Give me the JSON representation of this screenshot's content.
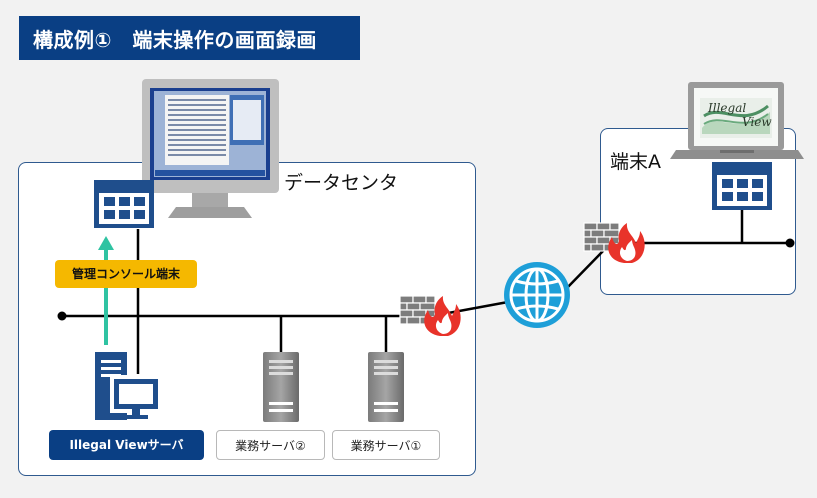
{
  "title": "構成例①　端末操作の画面録画",
  "zones": {
    "datacenter": "データセンタ",
    "terminal_a": "端末A"
  },
  "badges": {
    "management_terminal": "管理コンソール端末"
  },
  "servers": {
    "illegalview": "Illegal Viewサーバ",
    "business2": "業務サーバ②",
    "business1": "業務サーバ①"
  },
  "laptop_screen": {
    "word1": "Illegal",
    "word2": "View"
  },
  "colors": {
    "banner": "#0a3f84",
    "app_blue": "#1f4e8c",
    "badge_yellow": "#f5b800",
    "arrow_teal": "#2fc3a2",
    "globe_blue": "#1e9fd8",
    "flame_red": "#e8332a"
  },
  "icons": [
    "app-window-icon",
    "monitor-icon",
    "laptop-icon",
    "globe-icon",
    "firewall-icon",
    "server-tower-icon",
    "pc-with-monitor-icon"
  ]
}
